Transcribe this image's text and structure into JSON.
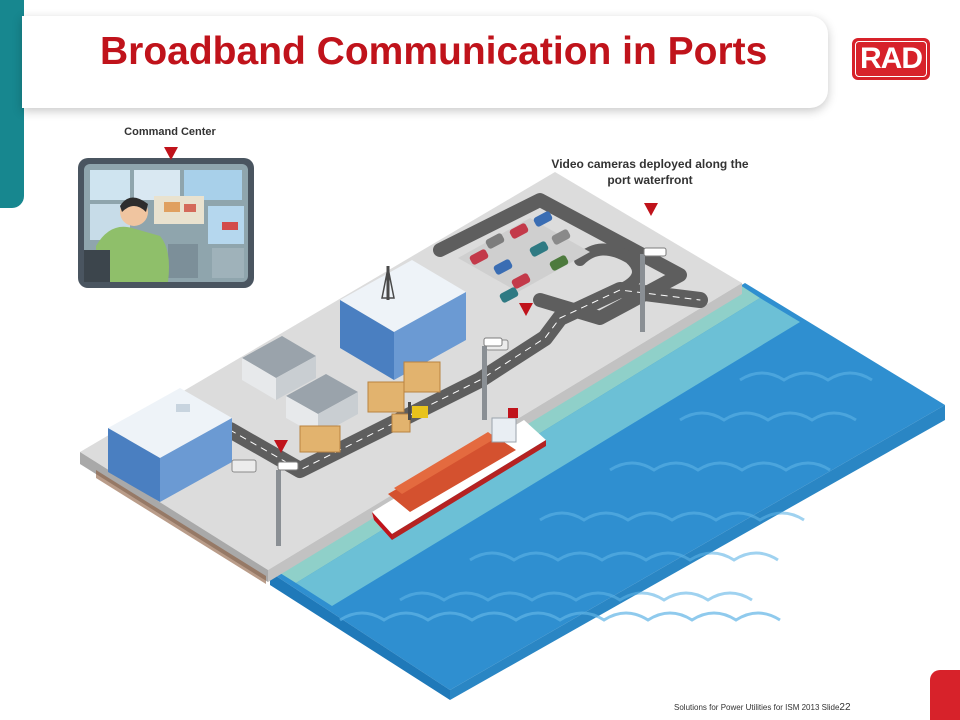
{
  "slide": {
    "title": "Broadband Communication in Ports",
    "logo_text": "RAD",
    "labels": {
      "command_center": "Command Center",
      "video_cameras": "Video cameras deployed along the port waterfront"
    },
    "footer": {
      "text": "Solutions for Power Utilities for ISM 2013  Slide",
      "slide_number": "22"
    }
  },
  "colors": {
    "accent_red": "#c0131b",
    "logo_red": "#d7222a",
    "teal_bar": "#17878f",
    "sea_blue": "#3aa6dc"
  },
  "icons": [
    "camera-pole-icon",
    "red-triangle-marker-icon",
    "container-ship-icon",
    "forklift-icon",
    "monitor-icon"
  ]
}
